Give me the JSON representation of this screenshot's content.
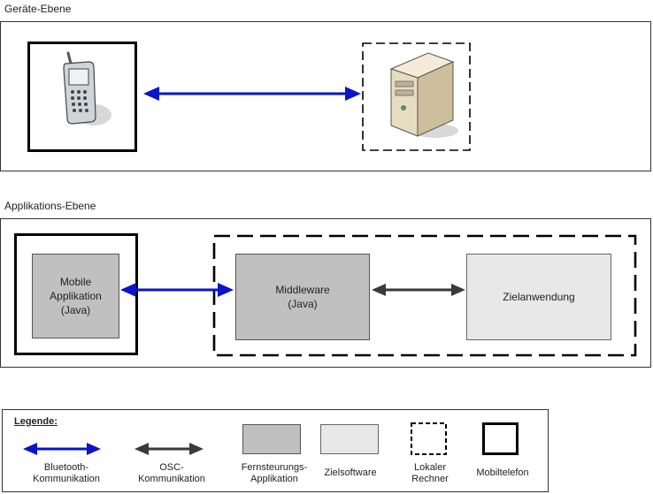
{
  "device_level": {
    "title": "Geräte-Ebene"
  },
  "application_level": {
    "title": "Applikations-Ebene",
    "mobile_app": "Mobile\nApplikation\n(Java)",
    "middleware": "Middleware\n(Java)",
    "target_app": "Zielanwendung"
  },
  "legend": {
    "title": "Legende:",
    "bluetooth": "Bluetooth-\nKommunikation",
    "osc": "OSC-\nKommunikation",
    "remote_app": "Fernsteurungs-\nApplikation",
    "target_software": "Zielsoftware",
    "local_computer": "Lokaler\nRechner",
    "mobile_phone": "Mobiltelefon"
  },
  "colors": {
    "bluetooth_arrow": "#0a14c8",
    "osc_arrow": "#3a3a3a",
    "remote_app_fill": "#c0c0c0",
    "target_software_fill": "#e8e8e8"
  },
  "icons": {
    "device_phone": "mobile-phone-icon",
    "device_computer": "server-computer-icon"
  }
}
